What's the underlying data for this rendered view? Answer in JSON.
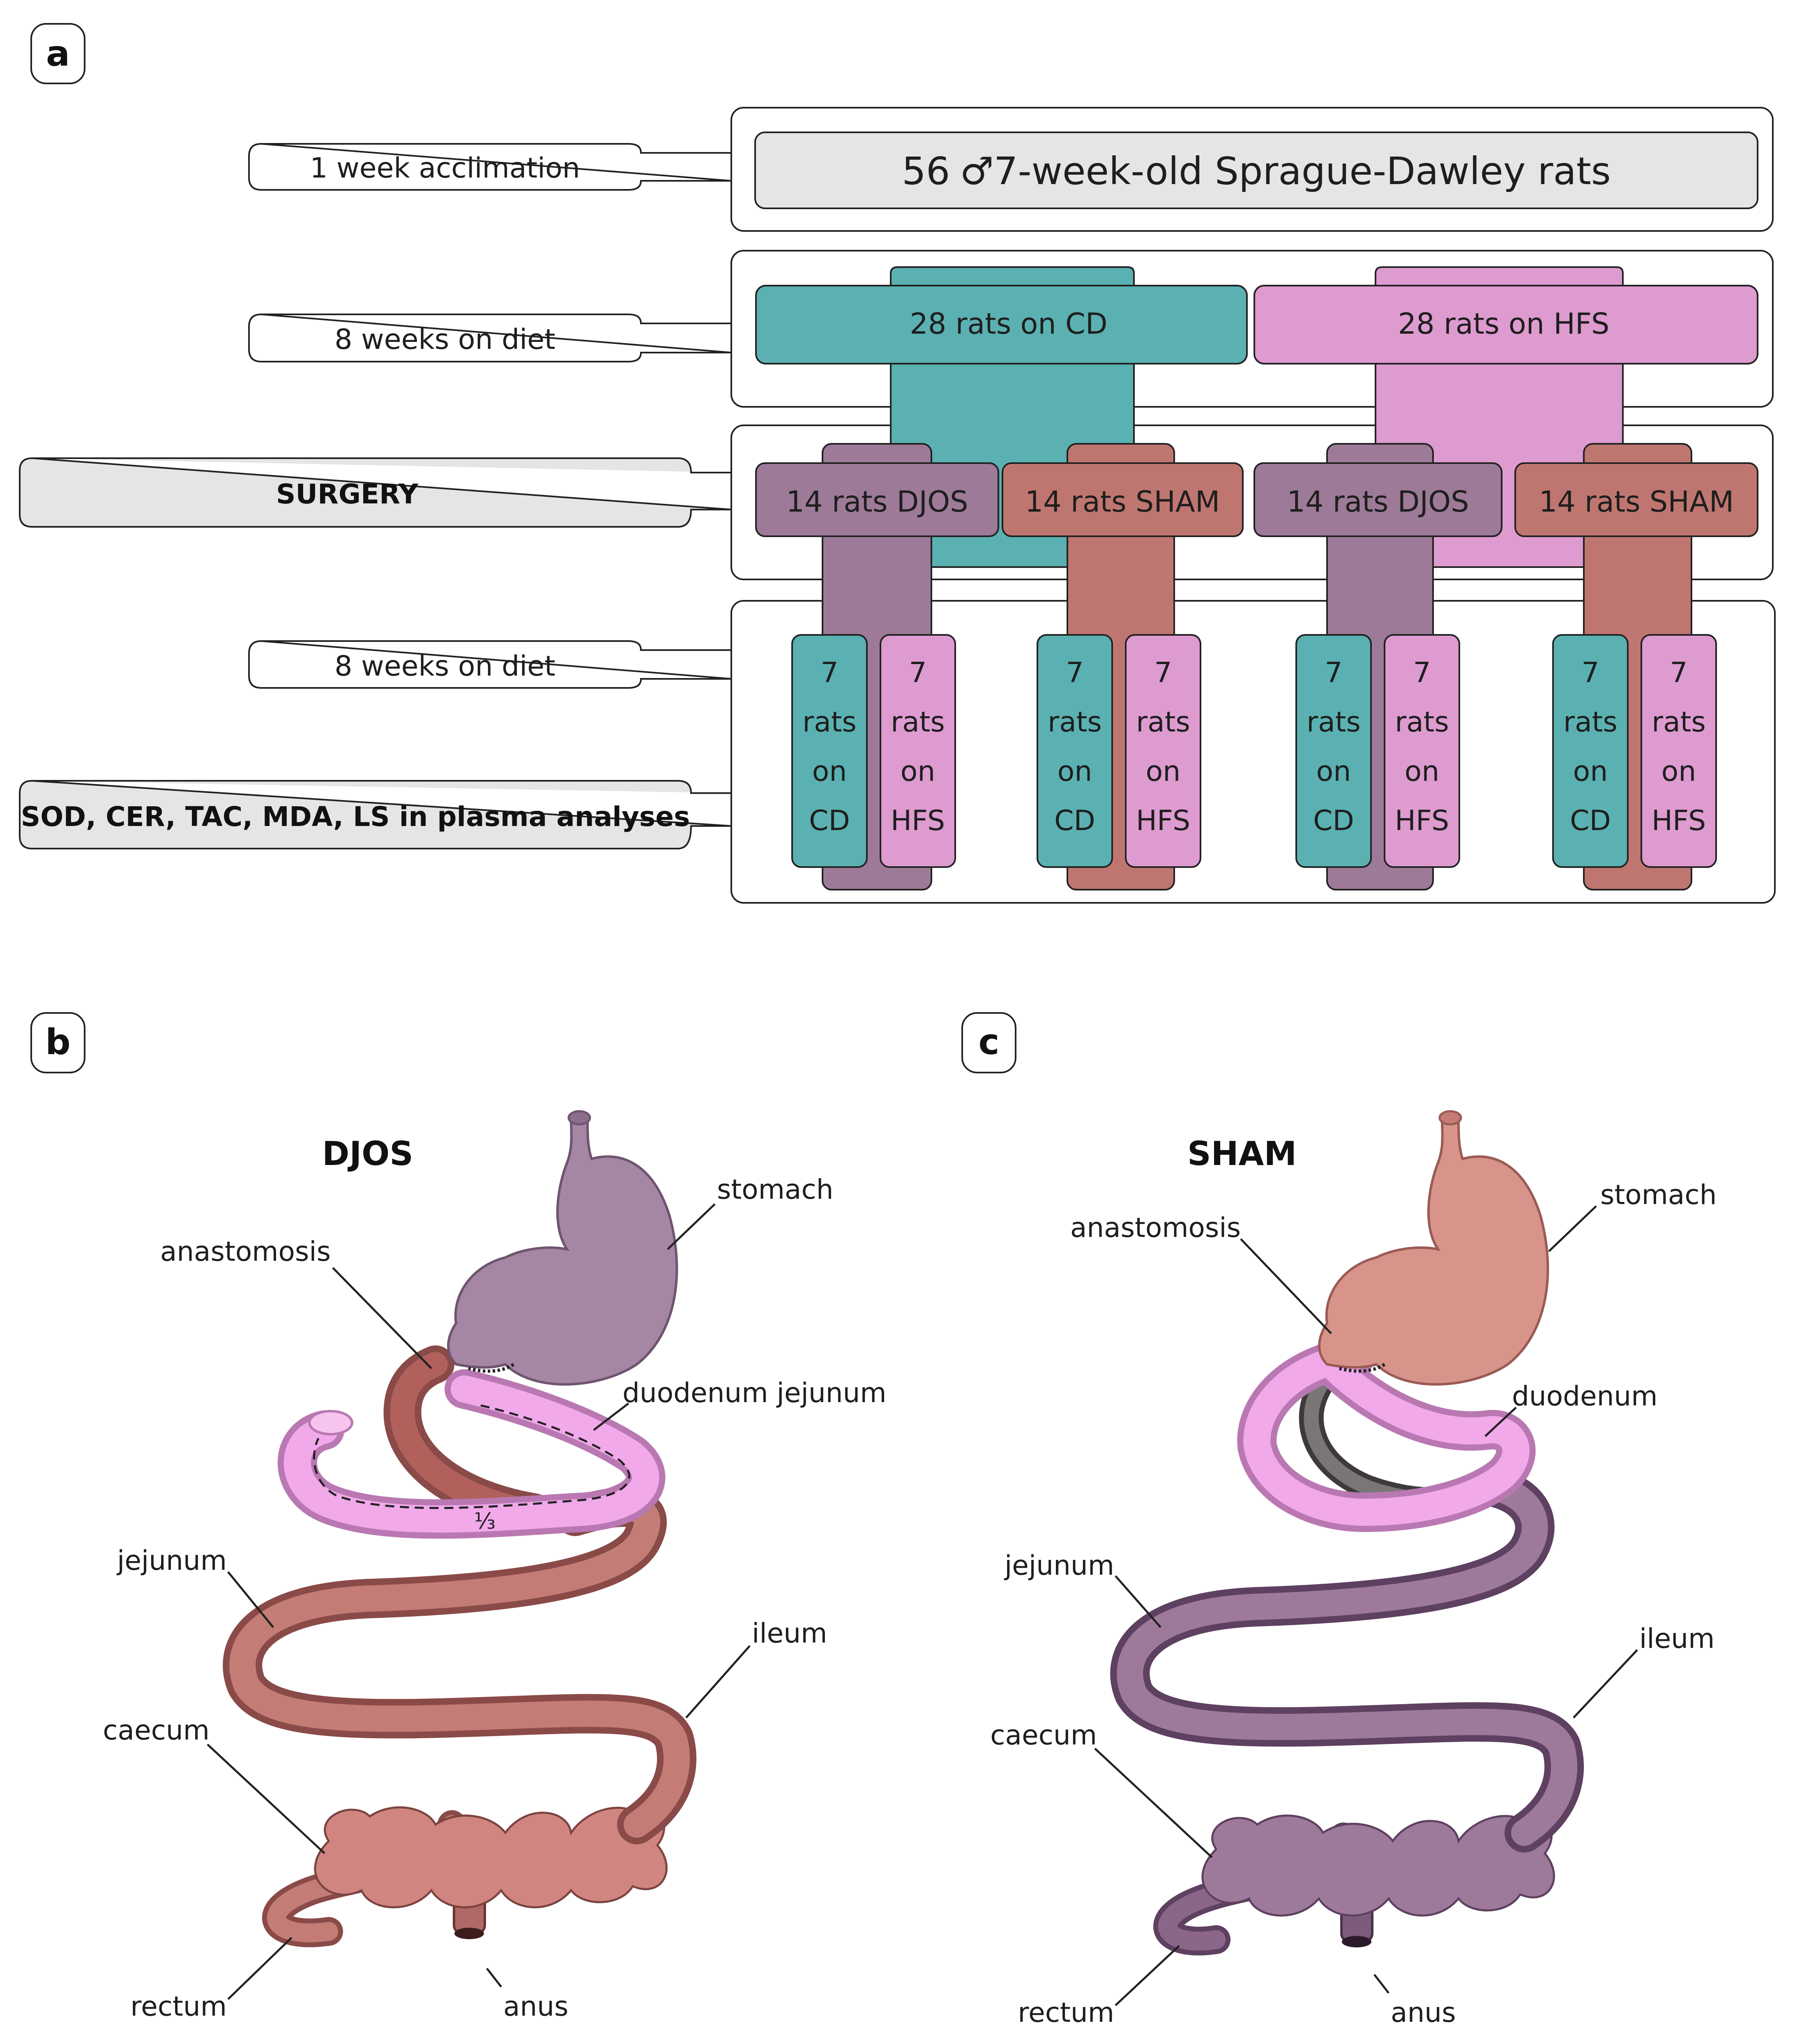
{
  "panels": {
    "a": "a",
    "b": "b",
    "c": "c"
  },
  "colors": {
    "cd": "#5bb1b1",
    "hfs": "#de9bd0",
    "djos": "#9d7a98",
    "sham": "#c07670",
    "stage_fill": "#e5e5e5",
    "frame_stroke": "#222222"
  },
  "timeline": {
    "acclimation": "1 week acclimation",
    "diet_1": "8 weeks on diet",
    "surgery": "SURGERY",
    "diet_2": "8 weeks on diet",
    "analyses": "SOD, CER, TAC, MDA, LS in plasma analyses"
  },
  "cohort": {
    "count": "56",
    "sex_symbol": "♂",
    "description": "7-week-old Sprague-Dawley rats"
  },
  "diet_groups": {
    "cd": "28 rats on CD",
    "hfs": "28 rats on HFS"
  },
  "surgery_groups": [
    "14 rats DJOS",
    "14 rats SHAM",
    "14 rats DJOS",
    "14 rats SHAM"
  ],
  "final_groups": [
    [
      "7",
      "rats",
      "on",
      "CD"
    ],
    [
      "7",
      "rats",
      "on",
      "HFS"
    ],
    [
      "7",
      "rats",
      "on",
      "CD"
    ],
    [
      "7",
      "rats",
      "on",
      "HFS"
    ],
    [
      "7",
      "rats",
      "on",
      "CD"
    ],
    [
      "7",
      "rats",
      "on",
      "HFS"
    ],
    [
      "7",
      "rats",
      "on",
      "CD"
    ],
    [
      "7",
      "rats",
      "on",
      "HFS"
    ]
  ],
  "final_group_diets": [
    "cd",
    "hfs",
    "cd",
    "hfs",
    "cd",
    "hfs",
    "cd",
    "hfs"
  ],
  "djos": {
    "title": "DJOS",
    "labels": {
      "stomach": "stomach",
      "anastomosis": "anastomosis",
      "duodenum": "duodenum jejunum",
      "fraction": "⅓",
      "jejunum": "jejunum",
      "ileum": "ileum",
      "caecum": "caecum",
      "rectum": "rectum",
      "anus": "anus"
    }
  },
  "sham": {
    "title": "SHAM",
    "labels": {
      "stomach": "stomach",
      "anastomosis": "anastomosis",
      "duodenum": "duodenum",
      "jejunum": "jejunum",
      "ileum": "ileum",
      "caecum": "caecum",
      "rectum": "rectum",
      "anus": "anus"
    }
  },
  "anatomy_colors": {
    "djos_stomach": "#a586a3",
    "djos_stomach_dark": "#6f5470",
    "djos_gut": "#c47c76",
    "djos_gut_dark": "#8a4a48",
    "sham_stomach": "#d8948a",
    "sham_stomach_dark": "#9a5b55",
    "sham_gut": "#9d7a9a",
    "sham_gut_dark": "#5e4060",
    "duodenum_loop": "#f1a9ea",
    "duodenum_loop_dark": "#b978b2"
  }
}
